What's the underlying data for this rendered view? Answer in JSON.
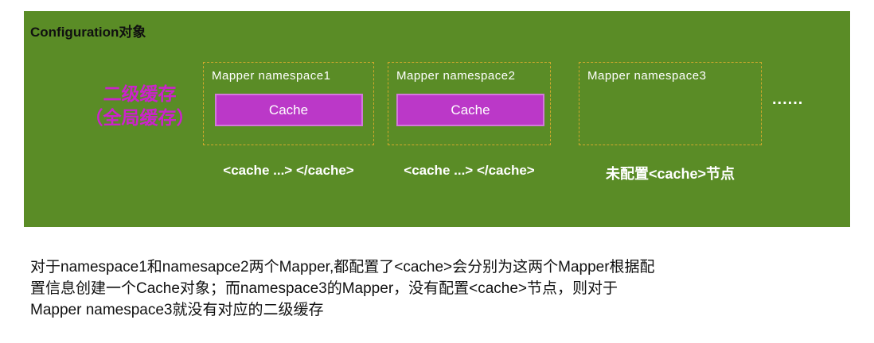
{
  "diagram": {
    "title": "Configuration对象",
    "side_label": {
      "line1": "二级缓存",
      "line2": "（全局缓存）"
    },
    "mappers": [
      {
        "label": "Mapper namespace1",
        "cache_label": "Cache",
        "note": "<cache ...> </cache>"
      },
      {
        "label": "Mapper namespace2",
        "cache_label": "Cache",
        "note": "<cache ...> </cache>"
      },
      {
        "label": "Mapper namespace3",
        "cache_label": "",
        "note": "未配置<cache>节点"
      }
    ],
    "ellipsis": "......",
    "colors": {
      "panel_background": "#5a8c26",
      "cache_fill": "#bb38c8",
      "cache_border": "#d478dd",
      "dashed_border": "#d2a92c",
      "side_label_text": "#cc22cc",
      "diagram_text": "#ffffff"
    }
  },
  "caption": {
    "line1": "对于namespace1和namesapce2两个Mapper,都配置了<cache>会分别为这两个Mapper根据配",
    "line2": "置信息创建一个Cache对象；而namespace3的Mapper，没有配置<cache>节点，则对于",
    "line3": "Mapper namespace3就没有对应的二级缓存"
  }
}
